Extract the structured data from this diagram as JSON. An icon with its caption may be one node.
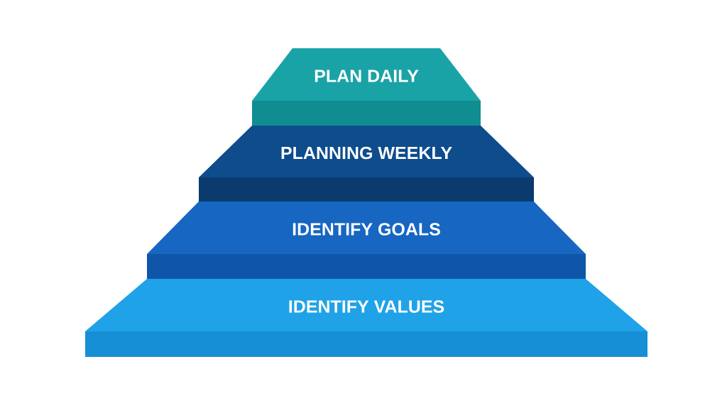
{
  "diagram": {
    "nodes": [
      {
        "text": [
          "PLAN DAILY"
        ]
      },
      {
        "text": [
          "PLANNING WEEKLY"
        ]
      },
      {
        "text": [
          "IDENTIFY GOALS"
        ]
      },
      {
        "text": [
          "IDENTIFY VALUES"
        ]
      }
    ]
  }
}
